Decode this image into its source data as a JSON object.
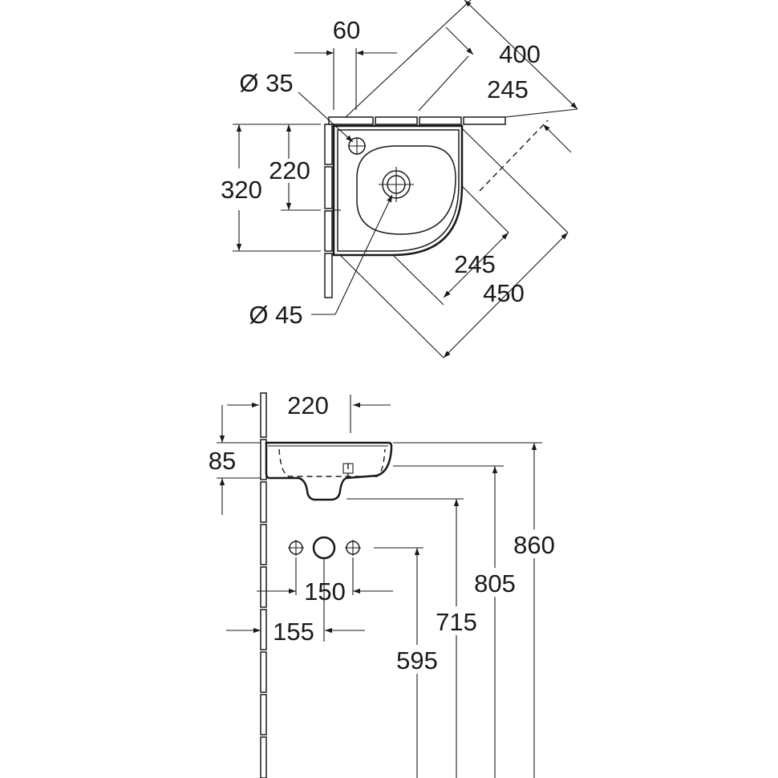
{
  "plan_view": {
    "dims": {
      "d60": "60",
      "d400": "400",
      "d245_top": "245",
      "tap_dia": "Ø 35",
      "d220": "220",
      "d320": "320",
      "d245_bottom": "245",
      "d450": "450",
      "waste_dia": "Ø 45"
    }
  },
  "front_view": {
    "dims": {
      "d220": "220",
      "d85": "85",
      "d860": "860",
      "d805": "805",
      "d715": "715",
      "d595": "595",
      "d150": "150",
      "d155": "155"
    }
  },
  "colors": {
    "line": "#1a1a1a",
    "background": "#ffffff"
  }
}
